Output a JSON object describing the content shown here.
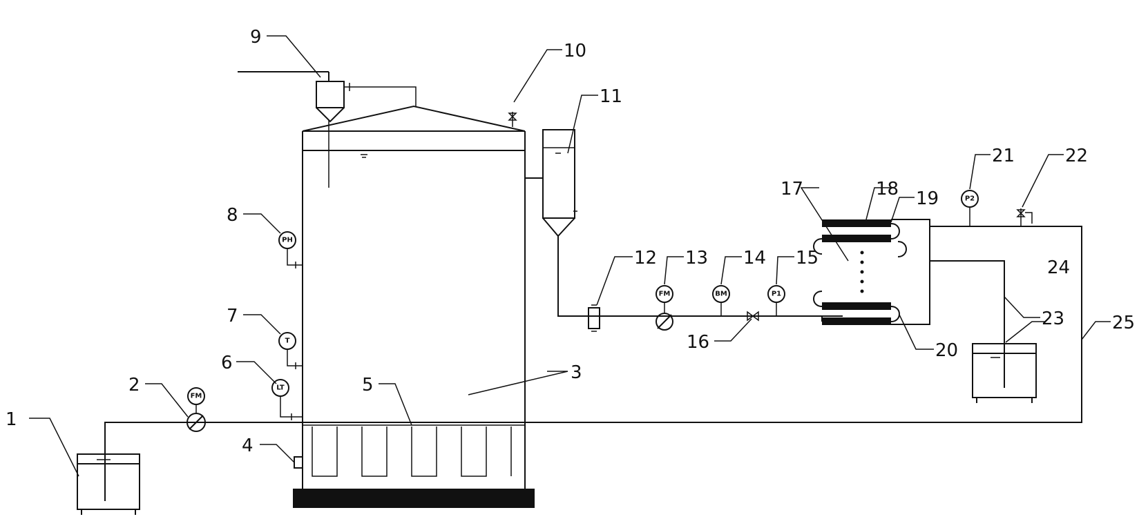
{
  "callouts": {
    "n1": "1",
    "n2": "2",
    "n3": "3",
    "n4": "4",
    "n5": "5",
    "n6": "6",
    "n7": "7",
    "n8": "8",
    "n9": "9",
    "n10": "10",
    "n11": "11",
    "n12": "12",
    "n13": "13",
    "n14": "14",
    "n15": "15",
    "n16": "16",
    "n17": "17",
    "n18": "18",
    "n19": "19",
    "n20": "20",
    "n21": "21",
    "n22": "22",
    "n23": "23",
    "n24": "24",
    "n25": "25"
  },
  "instruments": {
    "flowmeter_in": "FM",
    "level": "LT",
    "temperature": "T",
    "ph": "PH",
    "flowmeter_recycle": "FM",
    "gauge_14": "BM",
    "pressure_1": "P1",
    "pressure_2": "P2"
  },
  "colors": {
    "line": "#111111",
    "background": "#ffffff"
  }
}
